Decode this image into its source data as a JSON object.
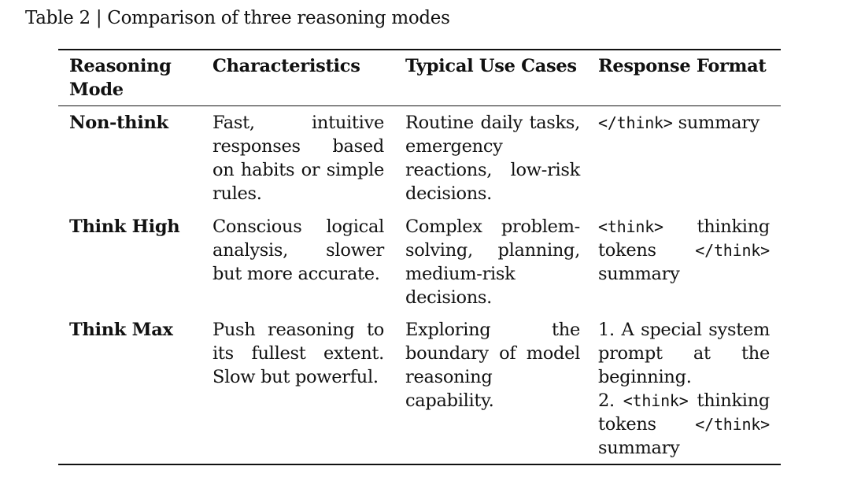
{
  "caption": "Table 2 | Comparison of three reasoning modes",
  "headers": {
    "mode": "Reasoning Mode",
    "characteristics": "Characteristics",
    "use_cases": "Typical Use Cases",
    "response_format": "Response Format"
  },
  "rows": [
    {
      "mode": "Non-think",
      "characteristics": "Fast, intuitive responses based on habits or simple rules.",
      "use_cases": "Routine daily tasks, emergency reactions, low-risk decisions.",
      "format_close_tag": "</think>",
      "format_summary": "summary"
    },
    {
      "mode": "Think High",
      "characteristics": "Conscious logical analysis, slower but more accurate.",
      "use_cases": "Complex problem-solving, planning, medium-risk decisions.",
      "format_open_tag": "<think>",
      "format_thinking": "thinking tokens",
      "format_close_tag": "</think>",
      "format_summary": "summary"
    },
    {
      "mode": "Think Max",
      "characteristics": "Push reasoning to its fullest extent. Slow but powerful.",
      "use_cases": "Exploring the boundary of model reasoning capability.",
      "format_item1": "1. A special system prompt at the beginning.",
      "format_item2_prefix": "2.",
      "format_open_tag": "<think>",
      "format_thinking": "thinking tokens",
      "format_close_tag": "</think>",
      "format_summary": "summary"
    }
  ]
}
